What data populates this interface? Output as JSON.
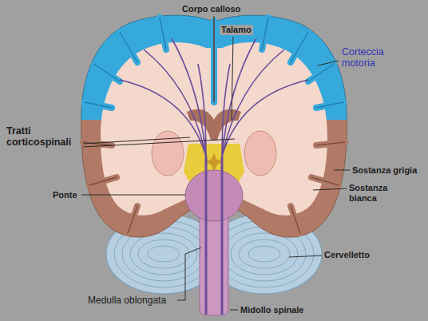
{
  "diagram": {
    "labels": [
      "Corpo calloso",
      "Talamo",
      "Corteccia motoria",
      "Tratti corticospinali",
      "Sostanza grigia",
      "Sostanza bianca",
      "Ponte",
      "Cervelletto",
      "Medulla oblongata",
      "Midollo spinale"
    ]
  }
}
